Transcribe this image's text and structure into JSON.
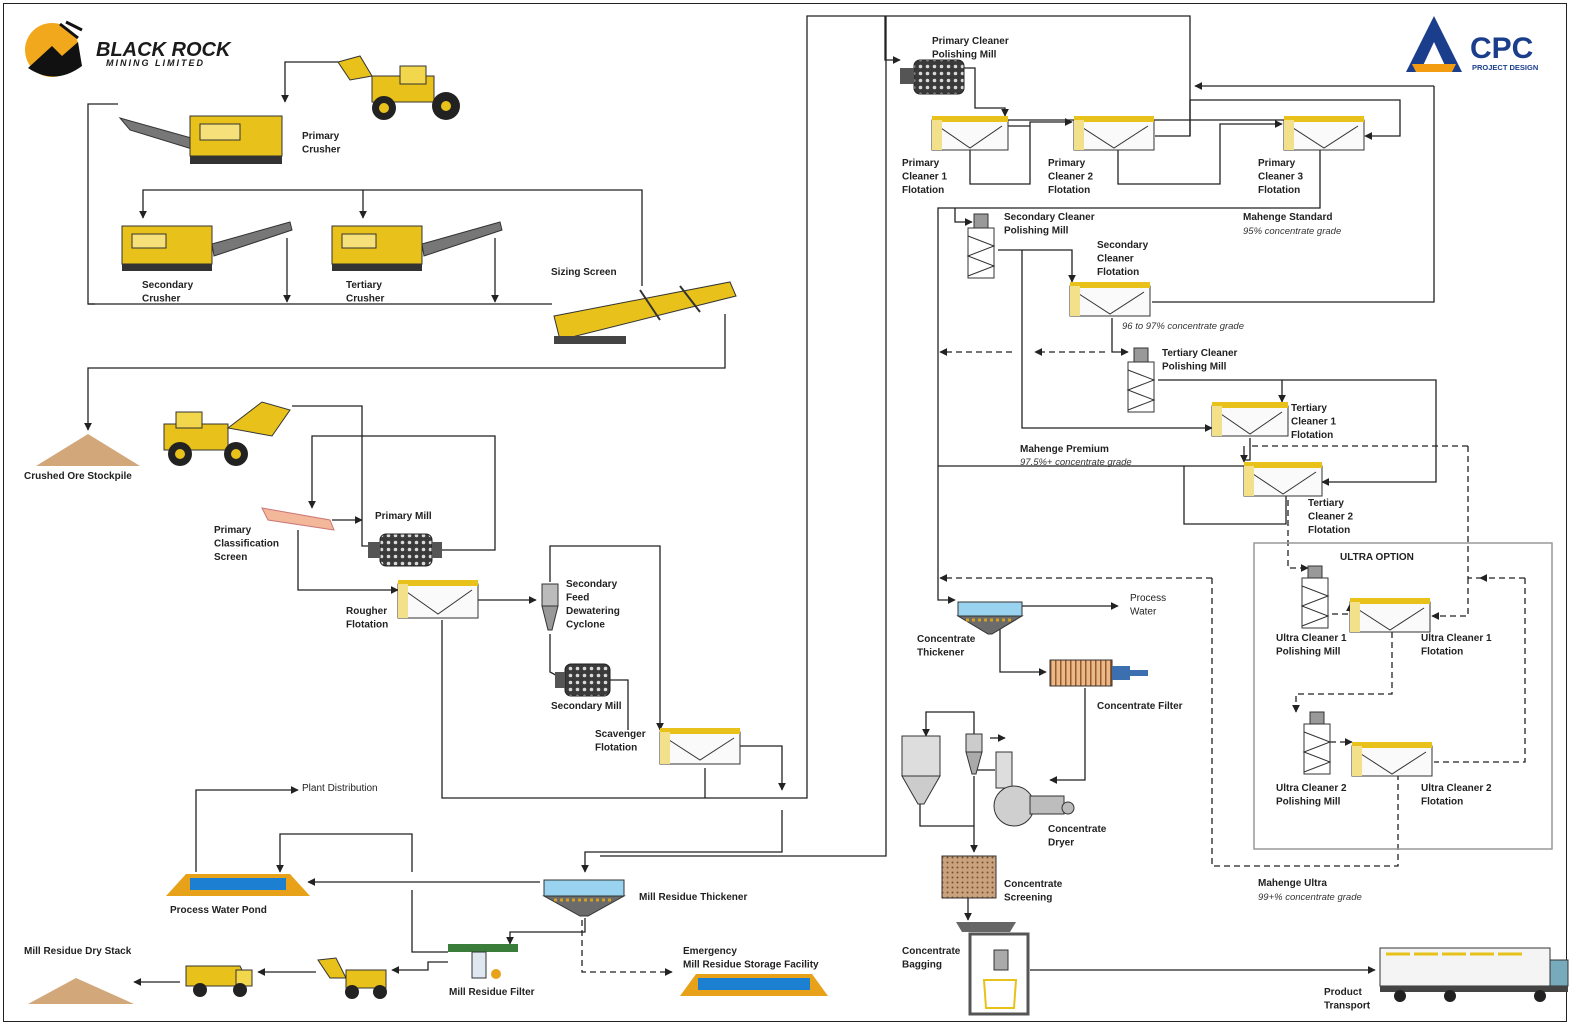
{
  "logos": {
    "black_rock": {
      "line1": "BLACK ROCK",
      "line2": "MINING LIMITED"
    },
    "cpc": {
      "line1": "CPC",
      "line2": "PROJECT DESIGN"
    }
  },
  "labels": {
    "primary_crusher": [
      "Primary",
      "Crusher"
    ],
    "secondary_crusher": [
      "Secondary",
      "Crusher"
    ],
    "tertiary_crusher": [
      "Tertiary",
      "Crusher"
    ],
    "sizing_screen": [
      "Sizing Screen"
    ],
    "crushed_ore_stockpile": [
      "Crushed Ore Stockpile"
    ],
    "primary_classification_screen": [
      "Primary",
      "Classification",
      "Screen"
    ],
    "primary_mill": [
      "Primary Mill"
    ],
    "rougher_flotation": [
      "Rougher",
      "Flotation"
    ],
    "secondary_feed_dewatering_cyclone": [
      "Secondary",
      "Feed",
      "Dewatering",
      "Cyclone"
    ],
    "secondary_mill": [
      "Secondary Mill"
    ],
    "scavenger_flotation": [
      "Scavenger",
      "Flotation"
    ],
    "plant_distribution": [
      "Plant Distribution"
    ],
    "process_water_pond": [
      "Process Water Pond"
    ],
    "mill_residue_thickener": [
      "Mill Residue Thickener"
    ],
    "mill_residue_dry_stack": [
      "Mill Residue Dry Stack"
    ],
    "mill_residue_filter": [
      "Mill Residue Filter"
    ],
    "emergency_storage": [
      "Emergency",
      "Mill Residue Storage Facility"
    ],
    "primary_cleaner_polishing_mill": [
      "Primary Cleaner",
      "Polishing Mill"
    ],
    "primary_cleaner_1": [
      "Primary",
      "Cleaner 1",
      "Flotation"
    ],
    "primary_cleaner_2": [
      "Primary",
      "Cleaner 2",
      "Flotation"
    ],
    "primary_cleaner_3": [
      "Primary",
      "Cleaner 3",
      "Flotation"
    ],
    "mahenge_standard": [
      "Mahenge Standard"
    ],
    "secondary_cleaner_polishing_mill": [
      "Secondary Cleaner",
      "Polishing Mill"
    ],
    "secondary_cleaner_flotation": [
      "Secondary",
      "Cleaner",
      "Flotation"
    ],
    "tertiary_cleaner_polishing_mill": [
      "Tertiary Cleaner",
      "Polishing Mill"
    ],
    "tertiary_cleaner_1": [
      "Tertiary",
      "Cleaner 1",
      "Flotation"
    ],
    "mahenge_premium": [
      "Mahenge Premium"
    ],
    "tertiary_cleaner_2": [
      "Tertiary",
      "Cleaner 2",
      "Flotation"
    ],
    "ultra_option": [
      "ULTRA OPTION"
    ],
    "ultra_cleaner_1_polishing_mill": [
      "Ultra Cleaner 1",
      "Polishing Mill"
    ],
    "ultra_cleaner_1_flotation": [
      "Ultra Cleaner 1",
      "Flotation"
    ],
    "ultra_cleaner_2_polishing_mill": [
      "Ultra Cleaner 2",
      "Polishing Mill"
    ],
    "ultra_cleaner_2_flotation": [
      "Ultra Cleaner 2",
      "Flotation"
    ],
    "concentrate_thickener": [
      "Concentrate",
      "Thickener"
    ],
    "process_water": [
      "Process",
      "Water"
    ],
    "concentrate_filter": [
      "Concentrate Filter"
    ],
    "concentrate_dryer": [
      "Concentrate",
      "Dryer"
    ],
    "concentrate_screening": [
      "Concentrate",
      "Screening"
    ],
    "concentrate_bagging": [
      "Concentrate",
      "Bagging"
    ],
    "mahenge_ultra": [
      "Mahenge Ultra"
    ],
    "product_transport": [
      "Product",
      "Transport"
    ]
  },
  "grades": {
    "standard": "95% concentrate grade",
    "secondary": "96 to 97% concentrate grade",
    "premium": "97.5%+ concentrate grade",
    "ultra": "99+% concentrate grade"
  },
  "colors": {
    "equipment_yellow": "#e8c21a",
    "steel_gray": "#8c8c8c",
    "dark_gray": "#3a3a3a",
    "water_blue": "#1c7fd1",
    "ore_tan": "#d2a77a",
    "cpc_blue": "#1b3e8c",
    "cpc_orange": "#f39c12"
  }
}
